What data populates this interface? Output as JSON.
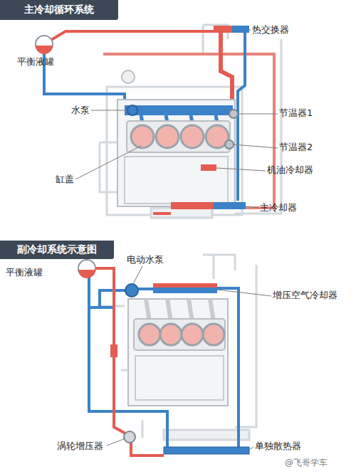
{
  "diagram": {
    "nodes": [
      {
        "text": [
          "主冷却循环系统"
        ]
      },
      {
        "text": [
          "副冷却系统示意图"
        ]
      }
    ],
    "labels": [
      "平衡液罐",
      "水泵",
      "缸盖",
      "热交换器",
      "节温器1",
      "节温器2",
      "机油冷却器",
      "主冷却器",
      "平衡液罐",
      "电动水泵",
      "增压空气冷却器",
      "涡轮增压器",
      "单独散热器",
      "@飞哥学车"
    ]
  }
}
